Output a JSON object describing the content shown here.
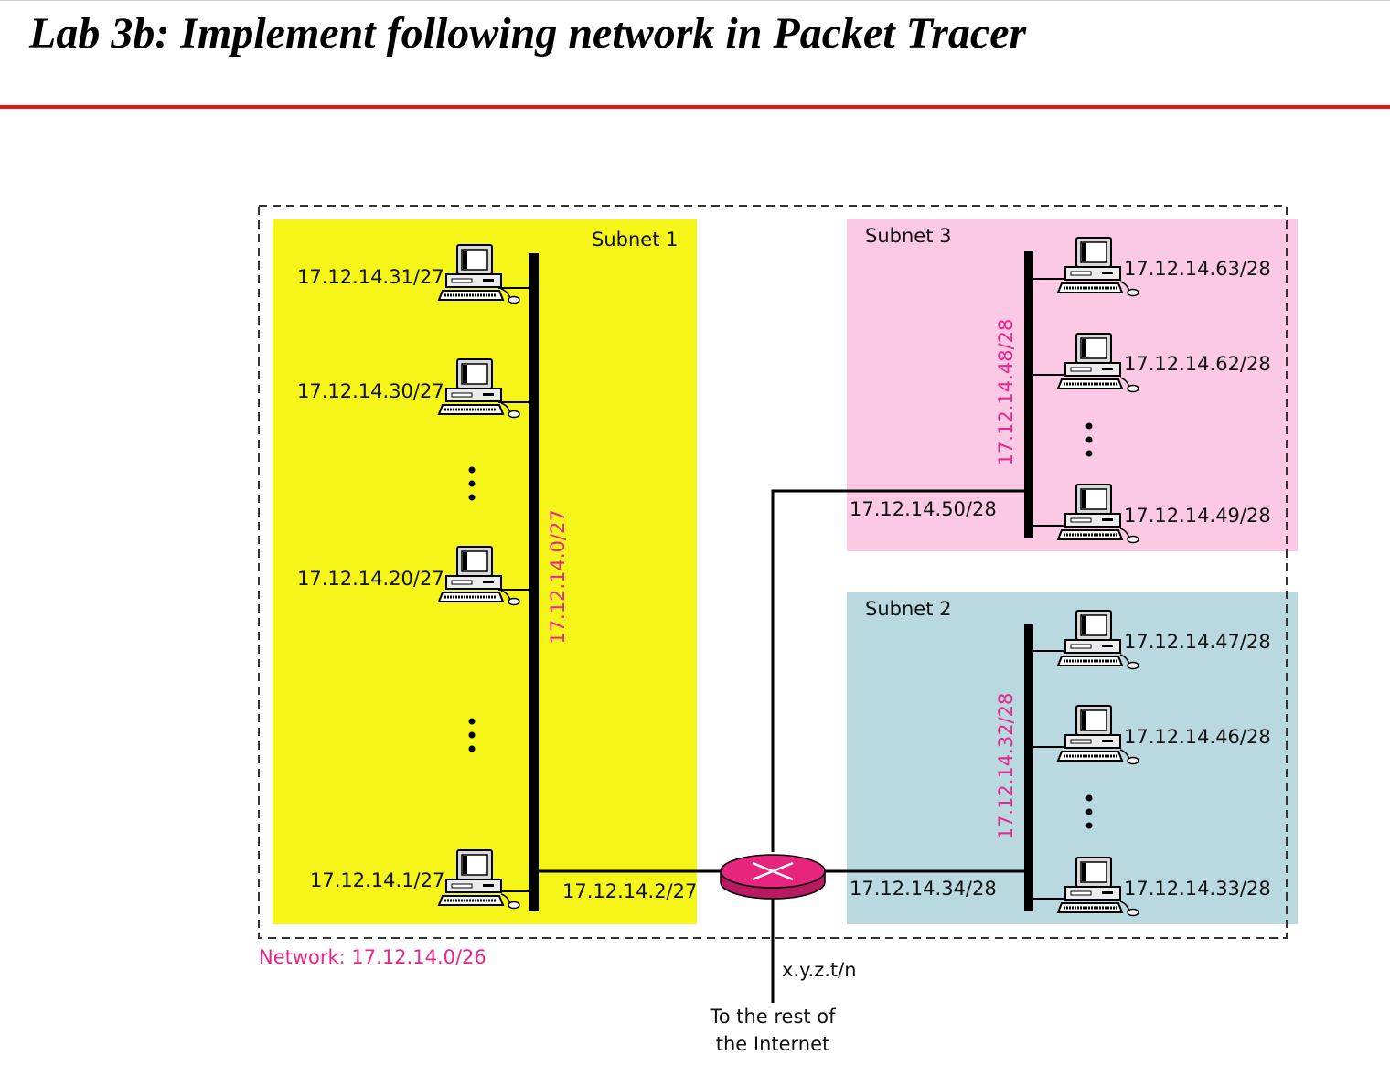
{
  "title": "Lab 3b: Implement following network in Packet Tracer",
  "colors": {
    "accent_rule": "#e8141b",
    "subnet1_bg": "#f5f519",
    "subnet2_bg": "#b9d8df",
    "subnet3_bg": "#fbc9e4",
    "network_label": "#e8258c",
    "router": "#e8257e"
  },
  "network": {
    "label": "Network: 17.12.14.0/26"
  },
  "subnet1": {
    "name": "Subnet 1",
    "bus_label": "17.12.14.0/27",
    "hosts": [
      "17.12.14.31/27",
      "17.12.14.30/27",
      "17.12.14.20/27",
      "17.12.14.1/27"
    ],
    "router_if": "17.12.14.2/27"
  },
  "subnet2": {
    "name": "Subnet 2",
    "bus_label": "17.12.14.32/28",
    "hosts": [
      "17.12.14.47/28",
      "17.12.14.46/28",
      "17.12.14.33/28"
    ],
    "router_if": "17.12.14.34/28"
  },
  "subnet3": {
    "name": "Subnet 3",
    "bus_label": "17.12.14.48/28",
    "hosts": [
      "17.12.14.63/28",
      "17.12.14.62/28",
      "17.12.14.49/28"
    ],
    "router_if": "17.12.14.50/28"
  },
  "uplink": {
    "address": "x.y.z.t/n",
    "caption_line1": "To the rest of",
    "caption_line2": "the Internet"
  },
  "icons": {
    "host": "desktop-computer-icon",
    "router": "router-icon"
  }
}
